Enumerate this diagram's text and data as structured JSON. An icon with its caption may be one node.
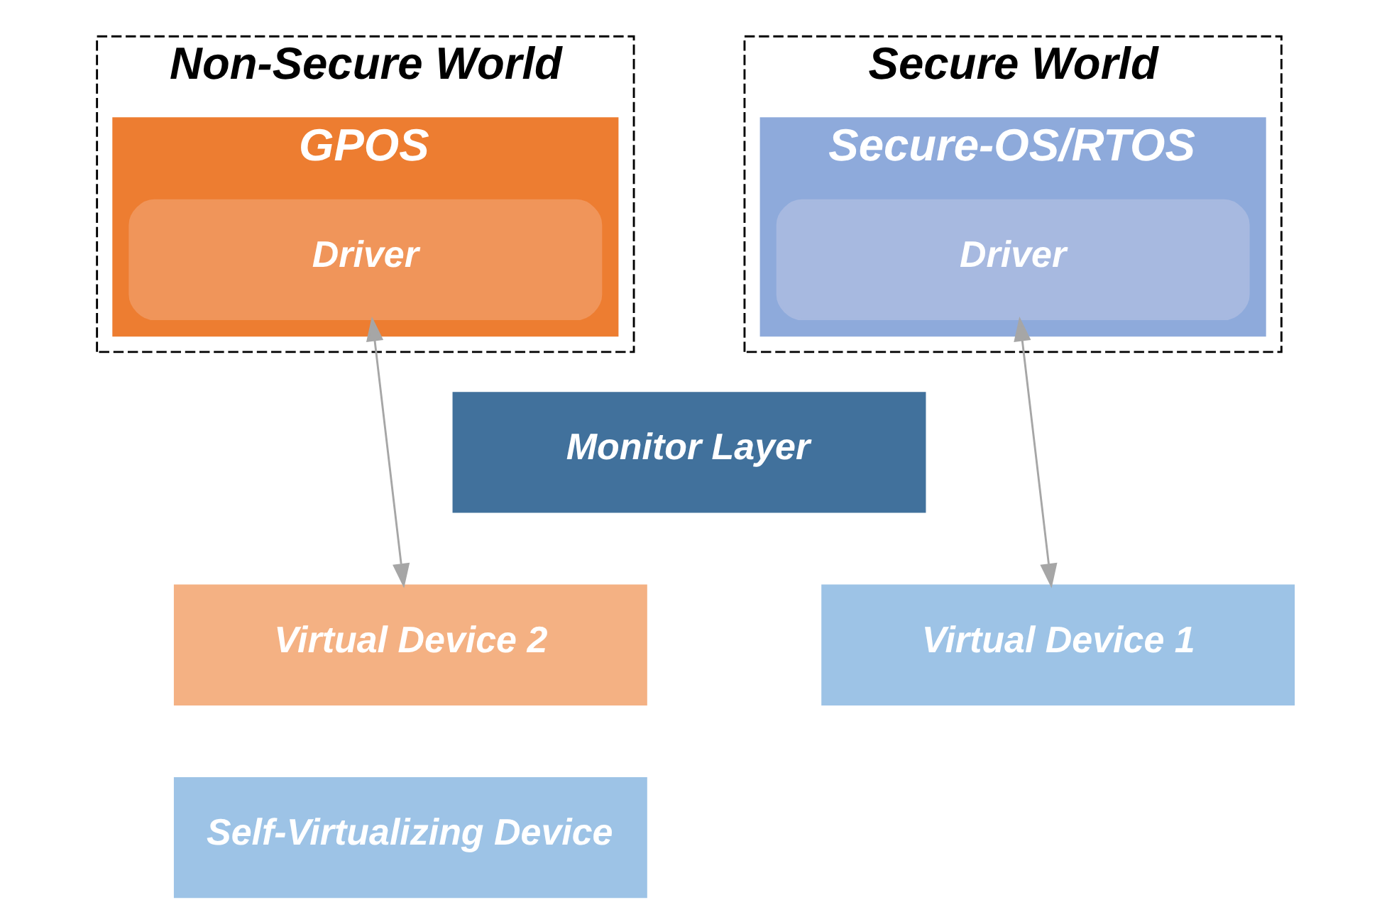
{
  "diagram": {
    "nodes": [
      {
        "text": [
          "Non-Secure World"
        ]
      },
      {
        "text": [
          "GPOS"
        ],
        "in": 0
      },
      {
        "text": [
          "Driver"
        ],
        "in": 1
      },
      {
        "text": [
          "Secure World"
        ]
      },
      {
        "text": [
          "Secure-OS/RTOS"
        ],
        "in": 3
      },
      {
        "text": [
          "Driver"
        ],
        "in": 4
      },
      {
        "text": [
          "Monitor Layer"
        ]
      },
      {
        "text": [
          "Virtual Device 2"
        ]
      },
      {
        "text": [
          "Virtual Device 1"
        ]
      },
      {
        "text": [
          "Self-Virtualizing Device"
        ]
      }
    ],
    "edges": [
      {
        "from": 2,
        "to": 7,
        "arrow": "both"
      },
      {
        "from": 5,
        "to": 8,
        "arrow": "both"
      }
    ]
  }
}
